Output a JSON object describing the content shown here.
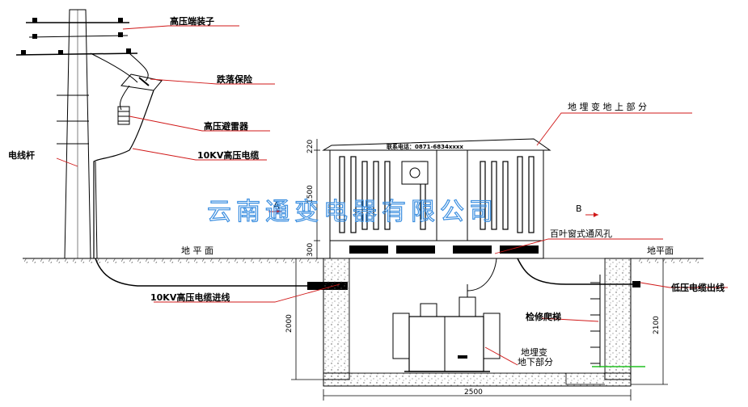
{
  "labels": {
    "hv_terminal": "高压端装子",
    "drop_fuse": "跌落保险",
    "hv_arrester": "高压避雷器",
    "hv_cable": "10KV高压电缆",
    "pole": "电线杆",
    "ground_left": "地 平 面",
    "ground_right": "地平面",
    "cable_inlet": "10KV高压电缆进线",
    "above_ground": "地 埋 变 地 上 部 分",
    "louver": "百叶窗式通风孔",
    "lv_outlet": "低压电缆出线",
    "ladder": "检修爬梯",
    "below_ground_1": "地埋变",
    "below_ground_2": "地下部分",
    "section_a": "A",
    "section_b": "B",
    "nameplate": "联系电话：0871-6834xxxx"
  },
  "dimensions": {
    "cabinet_roof": "220",
    "cabinet_body": "1500",
    "base": "300",
    "pit_left": "2000",
    "pit_right": "2100",
    "pit_width": "2500"
  },
  "watermark": "云南通变电器有限公司",
  "colors": {
    "line": "#000000",
    "leader": "#d01818",
    "watermark": "#3c8fe0",
    "ground_mark": "#20c020"
  }
}
